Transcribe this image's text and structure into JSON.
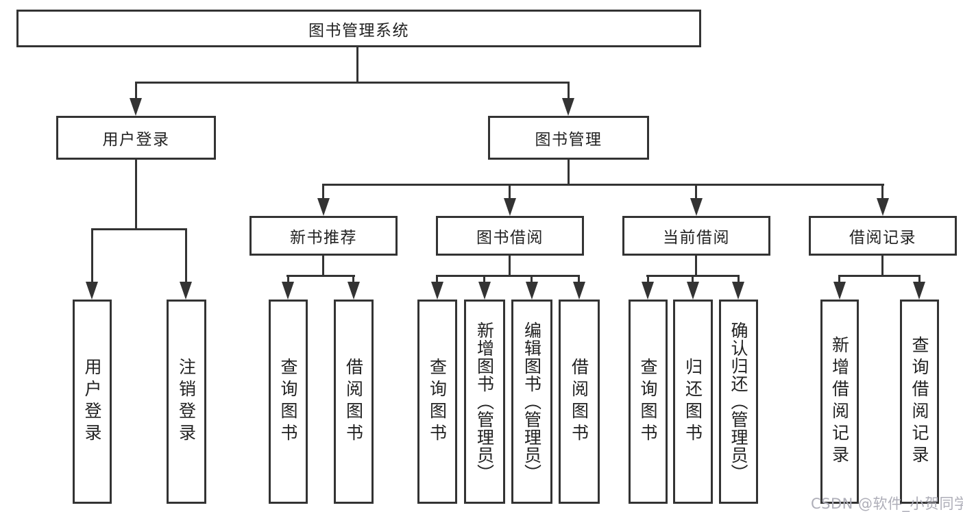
{
  "diagram": {
    "root": {
      "label": "图书管理系统"
    },
    "level2": [
      {
        "label": "用户登录"
      },
      {
        "label": "图书管理"
      }
    ],
    "level3": [
      {
        "label": "新书推荐"
      },
      {
        "label": "图书借阅"
      },
      {
        "label": "当前借阅"
      },
      {
        "label": "借阅记录"
      }
    ],
    "leaves": {
      "user_login": [
        {
          "label": "用户登录"
        },
        {
          "label": "注销登录"
        }
      ],
      "new_book": [
        {
          "label": "查询图书"
        },
        {
          "label": "借阅图书"
        }
      ],
      "book_borrow": [
        {
          "label": "查询图书"
        },
        {
          "label": "新增图书（管理员）"
        },
        {
          "label": "编辑图书（管理员）"
        },
        {
          "label": "借阅图书"
        }
      ],
      "current_borrow": [
        {
          "label": "查询图书"
        },
        {
          "label": "归还图书"
        },
        {
          "label": "确认归还（管理员）"
        }
      ],
      "borrow_record": [
        {
          "label": "新增借阅记录"
        },
        {
          "label": "查询借阅记录"
        }
      ]
    }
  },
  "watermark": {
    "text": "CSDN @软件_小贺同学"
  },
  "colors": {
    "line": "#333333",
    "text": "#222222",
    "background": "#ffffff",
    "watermark": "#aeaeb8"
  }
}
